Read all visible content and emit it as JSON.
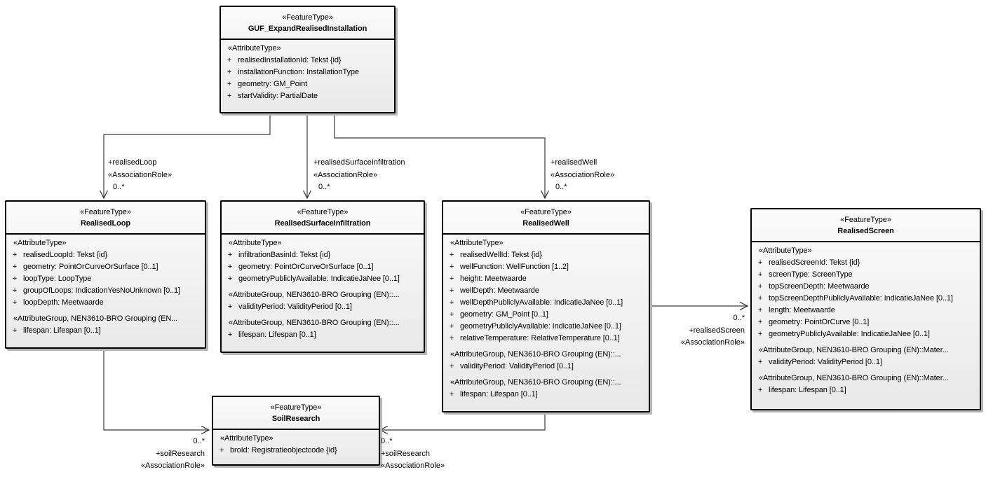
{
  "diagram": {
    "title": "GUF realised installation UML diagram",
    "colors": {
      "box_border": "#000000",
      "box_fill_top": "#fbfbfb",
      "box_fill_bottom": "#e9e9e9",
      "box_shadow": "#b6b6b6",
      "connector_line": "#3b3b3b",
      "text": "#000000",
      "background": "#ffffff"
    },
    "classes": [
      {
        "stereotype": "«FeatureType»",
        "name": "GUF_ExpandRealisedInstallation",
        "rows": [
          {
            "kind": "stereo",
            "text": "«AttributeType»"
          },
          {
            "kind": "attr",
            "vis": "+",
            "text": "realisedInstallationId: Tekst {id}"
          },
          {
            "kind": "attr",
            "vis": "+",
            "text": "installationFunction: InstallationType"
          },
          {
            "kind": "attr",
            "vis": "+",
            "text": "geometry: GM_Point"
          },
          {
            "kind": "attr",
            "vis": "+",
            "text": "startValidity: PartialDate"
          }
        ]
      },
      {
        "stereotype": "«FeatureType»",
        "name": "RealisedLoop",
        "rows": [
          {
            "kind": "stereo",
            "text": "«AttributeType»"
          },
          {
            "kind": "attr",
            "vis": "+",
            "text": "realisedLoopId: Tekst {id}"
          },
          {
            "kind": "attr",
            "vis": "+",
            "text": "geometry: PointOrCurveOrSurface [0..1]"
          },
          {
            "kind": "attr",
            "vis": "+",
            "text": "loopType: LoopType"
          },
          {
            "kind": "attr",
            "vis": "+",
            "text": "groupOfLoops: IndicationYesNoUnknown [0..1]"
          },
          {
            "kind": "attr",
            "vis": "+",
            "text": "loopDepth: Meetwaarde"
          },
          {
            "kind": "group",
            "text": "«AttributeGroup, NEN3610-BRO Grouping (EN..."
          },
          {
            "kind": "attr",
            "vis": "+",
            "text": "lifespan: Lifespan [0..1]"
          }
        ]
      },
      {
        "stereotype": "«FeatureType»",
        "name": "RealisedSurfaceInfiltration",
        "rows": [
          {
            "kind": "stereo",
            "text": "«AttributeType»"
          },
          {
            "kind": "attr",
            "vis": "+",
            "text": "infiltrationBasinId: Tekst {id}"
          },
          {
            "kind": "attr",
            "vis": "+",
            "text": "geometry: PointOrCurveOrSurface [0..1]"
          },
          {
            "kind": "attr",
            "vis": "+",
            "text": "geometryPubliclyAvailable: IndicatieJaNee [0..1]"
          },
          {
            "kind": "group",
            "text": "«AttributeGroup, NEN3610-BRO Grouping (EN)::..."
          },
          {
            "kind": "attr",
            "vis": "+",
            "text": "validityPeriod: ValidityPeriod [0..1]"
          },
          {
            "kind": "group",
            "text": "«AttributeGroup, NEN3610-BRO Grouping (EN)::..."
          },
          {
            "kind": "attr",
            "vis": "+",
            "text": "lifespan: Lifespan [0..1]"
          }
        ]
      },
      {
        "stereotype": "«FeatureType»",
        "name": "RealisedWell",
        "rows": [
          {
            "kind": "stereo",
            "text": "«AttributeType»"
          },
          {
            "kind": "attr",
            "vis": "+",
            "text": "realisedWellId: Tekst {id}"
          },
          {
            "kind": "attr",
            "vis": "+",
            "text": "wellFunction: WellFunction [1..2]"
          },
          {
            "kind": "attr",
            "vis": "+",
            "text": "height: Meetwaarde"
          },
          {
            "kind": "attr",
            "vis": "+",
            "text": "wellDepth: Meetwaarde"
          },
          {
            "kind": "attr",
            "vis": "+",
            "text": "wellDepthPubliclyAvailable: IndicatieJaNee [0..1]"
          },
          {
            "kind": "attr",
            "vis": "+",
            "text": "geometry: GM_Point [0..1]"
          },
          {
            "kind": "attr",
            "vis": "+",
            "text": "geometryPubliclyAvailable: IndicatieJaNee [0..1]"
          },
          {
            "kind": "attr",
            "vis": "+",
            "text": "relativeTemperature: RelativeTemperature [0..1]"
          },
          {
            "kind": "group",
            "text": "«AttributeGroup, NEN3610-BRO Grouping (EN)::..."
          },
          {
            "kind": "attr",
            "vis": "+",
            "text": "validityPeriod: ValidityPeriod [0..1]"
          },
          {
            "kind": "group",
            "text": "«AttributeGroup, NEN3610-BRO Grouping (EN)::..."
          },
          {
            "kind": "attr",
            "vis": "+",
            "text": "lifespan: Lifespan [0..1]"
          }
        ]
      },
      {
        "stereotype": "«FeatureType»",
        "name": "RealisedScreen",
        "rows": [
          {
            "kind": "stereo",
            "text": "«AttributeType»"
          },
          {
            "kind": "attr",
            "vis": "+",
            "text": "realisedScreenId: Tekst {id}"
          },
          {
            "kind": "attr",
            "vis": "+",
            "text": "screenType: ScreenType"
          },
          {
            "kind": "attr",
            "vis": "+",
            "text": "topScreenDepth: Meetwaarde"
          },
          {
            "kind": "attr",
            "vis": "+",
            "text": "topScreenDepthPubliclyAvailable: IndicatieJaNee [0..1]"
          },
          {
            "kind": "attr",
            "vis": "+",
            "text": "length: Meetwaarde"
          },
          {
            "kind": "attr",
            "vis": "+",
            "text": "geometry: PointOrCurve [0..1]"
          },
          {
            "kind": "attr",
            "vis": "+",
            "text": "geometryPubliclyAvailable: IndicatieJaNee [0..1]"
          },
          {
            "kind": "group",
            "text": "«AttributeGroup, NEN3610-BRO Grouping (EN)::Mater..."
          },
          {
            "kind": "attr",
            "vis": "+",
            "text": "validityPeriod: ValidityPeriod [0..1]"
          },
          {
            "kind": "group",
            "text": "«AttributeGroup, NEN3610-BRO Grouping (EN)::Mater..."
          },
          {
            "kind": "attr",
            "vis": "+",
            "text": "lifespan: Lifespan [0..1]"
          }
        ]
      },
      {
        "stereotype": "«FeatureType»",
        "name": "SoilResearch",
        "rows": [
          {
            "kind": "stereo",
            "text": "«AttributeType»"
          },
          {
            "kind": "attr",
            "vis": "+",
            "text": "broId: Registratieobjectcode {id}"
          }
        ]
      }
    ],
    "connectors": [
      {
        "role": "+realisedLoop",
        "stereotype": "«AssociationRole»",
        "multiplicity": "0..*"
      },
      {
        "role": "+realisedSurfaceInfiltration",
        "stereotype": "«AssociationRole»",
        "multiplicity": "0..*"
      },
      {
        "role": "+realisedWell",
        "stereotype": "«AssociationRole»",
        "multiplicity": "0..*"
      },
      {
        "role": "+realisedScreen",
        "stereotype": "«AssociationRole»",
        "multiplicity": "0..*"
      },
      {
        "role": "+soilResearch",
        "stereotype": "«AssociationRole»",
        "multiplicity": "0..*"
      },
      {
        "role": "+soilResearch",
        "stereotype": "«AssociationRole»",
        "multiplicity": "0..*"
      }
    ]
  }
}
